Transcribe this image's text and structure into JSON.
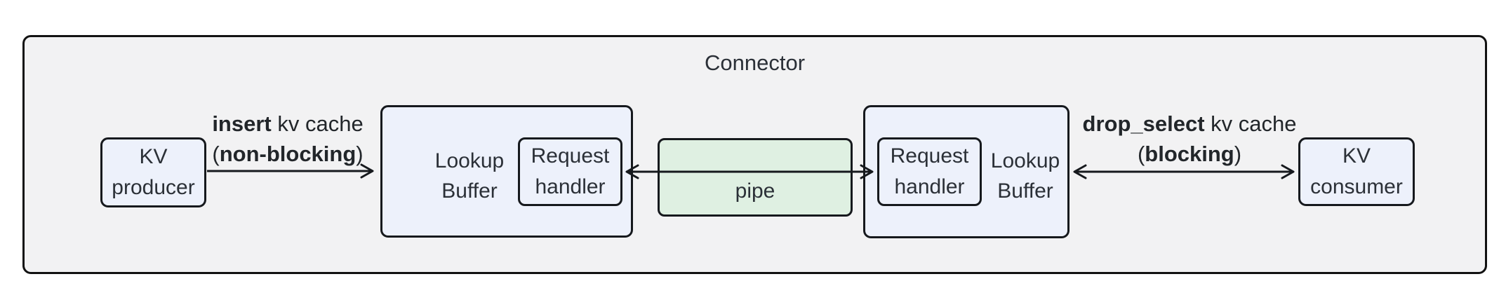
{
  "diagram": {
    "title": "Connector",
    "colors": {
      "page_background": "#ffffff",
      "container_fill": "#f2f2f3",
      "container_border": "#121212",
      "node_fill": "#edf1fb",
      "node_border": "#16191d",
      "pipe_fill": "#dff0e2",
      "text": "#2b3037",
      "arrow": "#16191d"
    },
    "nodes": {
      "kv_producer": {
        "line1": "KV",
        "line2": "producer"
      },
      "lookup_buffer_left": {
        "line1": "Lookup",
        "line2": "Buffer"
      },
      "request_handler_left": {
        "line1": "Request",
        "line2": "handler"
      },
      "pipe": {
        "label": "pipe"
      },
      "request_handler_right": {
        "line1": "Request",
        "line2": "handler"
      },
      "lookup_buffer_right": {
        "line1": "Lookup",
        "line2": "Buffer"
      },
      "kv_consumer": {
        "line1": "KV",
        "line2": "consumer"
      }
    },
    "edges": {
      "insert": {
        "line1_bold": "insert",
        "line1_rest": " kv cache",
        "line2_pre": "(",
        "line2_bold": "non-blocking",
        "line2_post": ")"
      },
      "drop_select": {
        "line1_bold": "drop_select",
        "line1_rest": " kv cache",
        "line2_pre": "(",
        "line2_bold": "blocking",
        "line2_post": ")"
      }
    }
  }
}
